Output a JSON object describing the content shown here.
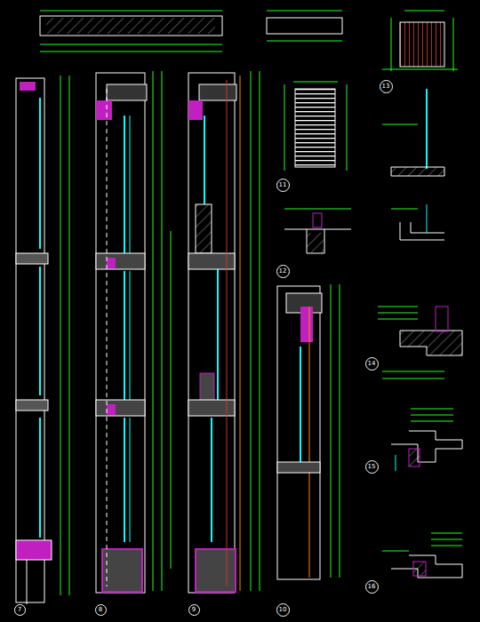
{
  "diagram": {
    "nodes": [
      {
        "text": [
          "7"
        ]
      },
      {
        "text": [
          "8"
        ]
      },
      {
        "text": [
          "9"
        ]
      },
      {
        "text": [
          "10"
        ]
      },
      {
        "text": [
          "11"
        ]
      },
      {
        "text": [
          "12"
        ]
      },
      {
        "text": [
          "13"
        ]
      },
      {
        "text": [
          "14"
        ]
      },
      {
        "text": [
          "15"
        ]
      },
      {
        "text": [
          "16"
        ]
      }
    ]
  }
}
